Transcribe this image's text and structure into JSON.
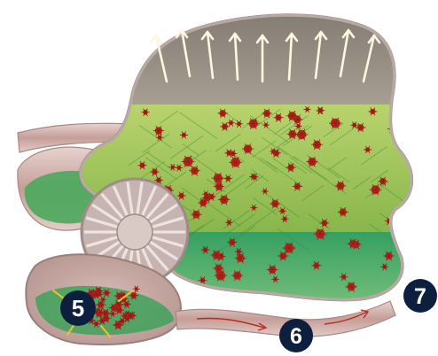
{
  "diagram": {
    "step_markers": [
      {
        "number": "5",
        "target": "lower-chamber"
      },
      {
        "number": "6",
        "target": "outflow-tube"
      },
      {
        "number": "7",
        "target": "tube-exit"
      }
    ]
  },
  "colors": {
    "marker_fill": "#0d1f3f",
    "marker_text": "#ffffff",
    "gas_chamber": "#8f877c",
    "liquid_green": "#8ab84a",
    "liquid_teal": "#2f9c58",
    "particle_red": "#b5251c",
    "tissue_pink": "#c9a8a3",
    "arrow_cream": "#fdf7e2"
  }
}
